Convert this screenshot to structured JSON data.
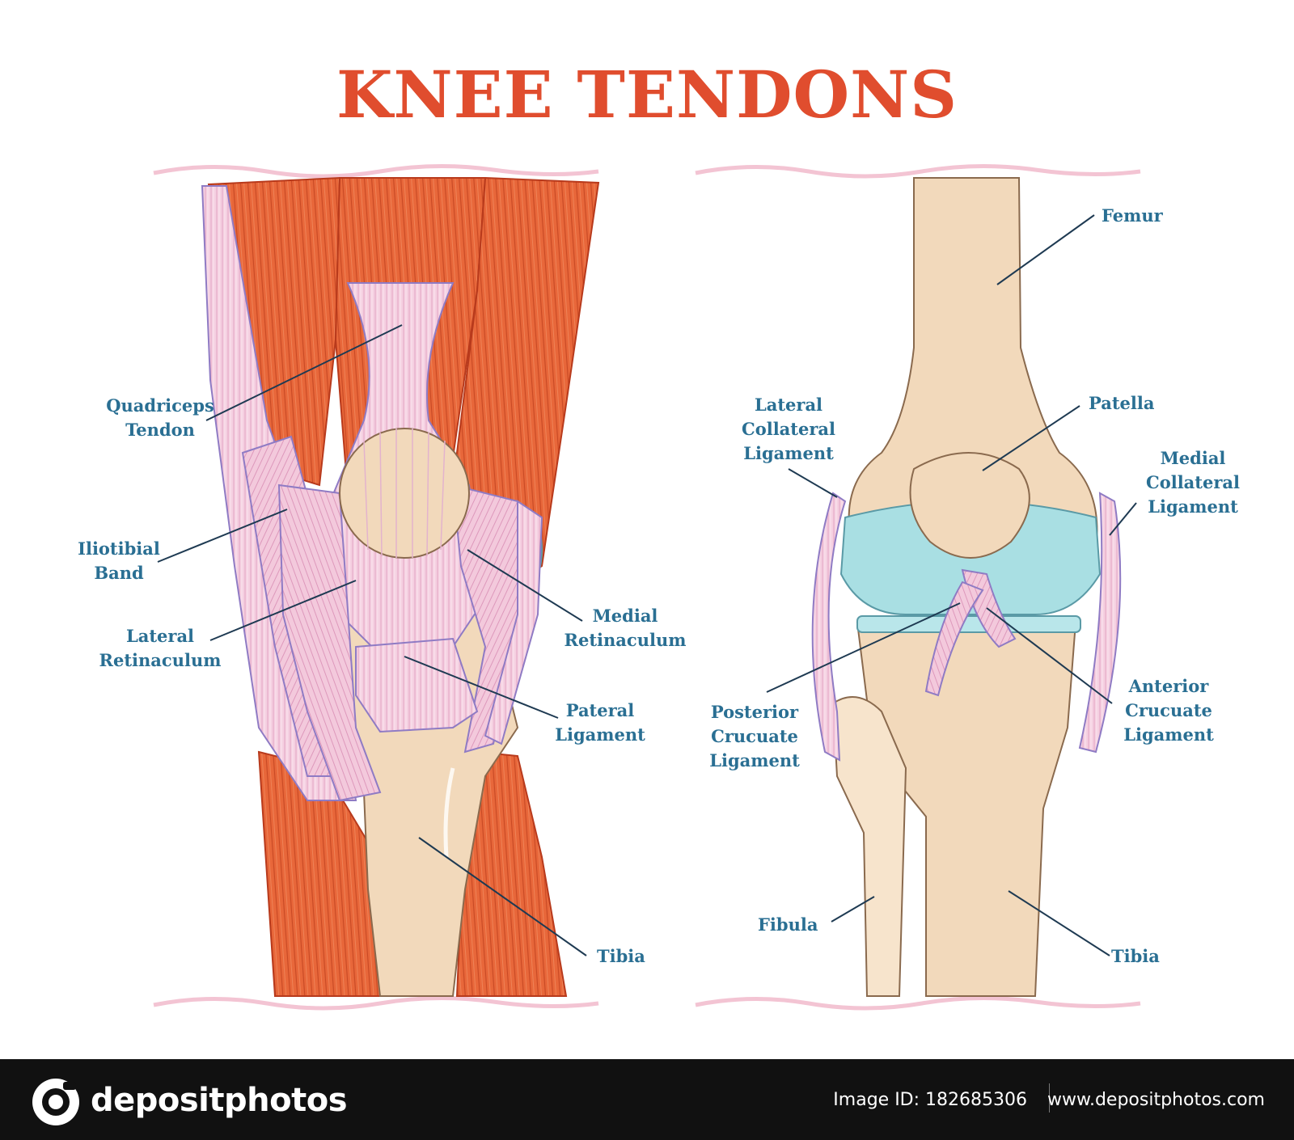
{
  "title": "KNEE TENDONS",
  "left_labels": {
    "quadriceps_tendon": [
      "Quadriceps",
      "Tendon"
    ],
    "iliotibial_band": [
      "Iliotibial",
      "Band"
    ],
    "lateral_retinaculum": [
      "Lateral",
      "Retinaculum"
    ],
    "medial_retinaculum": [
      "Medial",
      "Retinaculum"
    ],
    "pateral_ligament": [
      "Pateral",
      "Ligament"
    ],
    "tibia": "Tibia"
  },
  "right_labels": {
    "femur": "Femur",
    "patella": "Patella",
    "lateral_collateral_ligament": [
      "Lateral",
      "Collateral",
      "Ligament"
    ],
    "medial_collateral_ligament": [
      "Medial",
      "Collateral",
      "Ligament"
    ],
    "posterior_crucuate_ligament": [
      "Posterior",
      "Crucuate",
      "Ligament"
    ],
    "anterior_crucuate_ligament": [
      "Anterior",
      "Crucuate",
      "Ligament"
    ],
    "fibula": "Fibula",
    "tibia": "Tibia"
  },
  "footer": {
    "brand": "depositphotos",
    "image_id": "Image ID: 182685306",
    "site_url": "www.depositphotos.com"
  },
  "colors": {
    "title": "#e04d2e",
    "label": "#2a6f93",
    "muscle": "#e8673a",
    "tendon": "#f3c7dc",
    "bone": "#f2d9bb",
    "cartilage": "#a9dfe3",
    "footer_bg": "#111111"
  }
}
